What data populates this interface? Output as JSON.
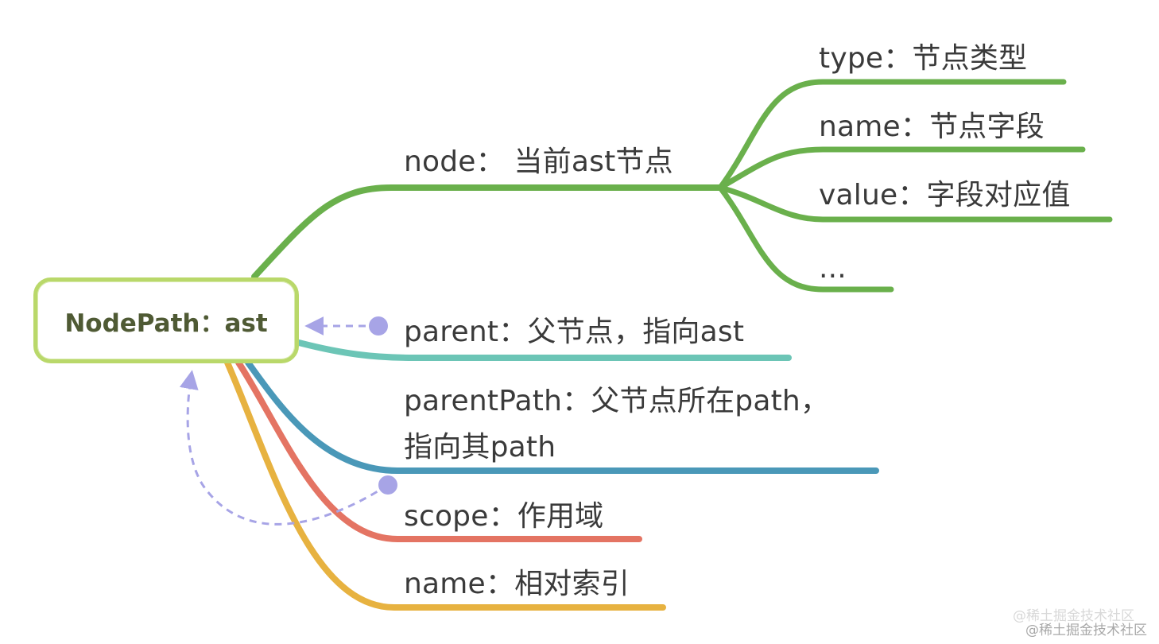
{
  "diagram": {
    "root": {
      "label": "NodePath：ast"
    },
    "branches": {
      "node": {
        "label": "node： 当前ast节点",
        "color": "#6ab04c",
        "children": [
          {
            "label": "type：节点类型"
          },
          {
            "label": "name：节点字段"
          },
          {
            "label": "value：字段对应值"
          },
          {
            "label": "..."
          }
        ]
      },
      "parent": {
        "label": "parent：父节点，指向ast",
        "color": "#6cc5b6"
      },
      "parentPath": {
        "label_line1": "parentPath：父节点所在path，",
        "label_line2": "指向其path",
        "color": "#4a98b8"
      },
      "scope": {
        "label": "scope：作用域",
        "color": "#e47463"
      },
      "name": {
        "label": "name：相对索引",
        "color": "#e7b240"
      }
    },
    "relation_color": "#a7a4e6",
    "root_border_color": "#b9d86a"
  },
  "watermark": {
    "line1": "@稀土掘金技术社区",
    "line2": "@稀土掘金技术社区"
  }
}
